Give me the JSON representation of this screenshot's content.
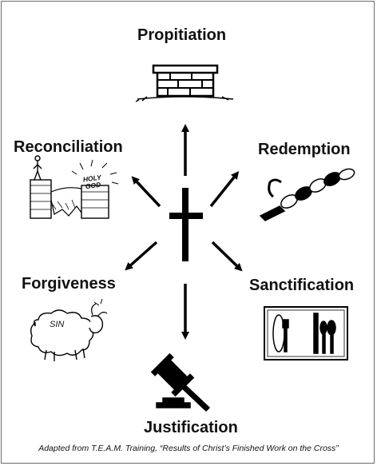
{
  "labels": {
    "propitiation": "Propitiation",
    "reconciliation": "Reconciliation",
    "redemption": "Redemption",
    "forgiveness": "Forgiveness",
    "sanctification": "Sanctification",
    "justification": "Justification"
  },
  "illustrations": {
    "holy_god_sign": "HOLY GOD",
    "sheep_tag": "SIN"
  },
  "caption": "Adapted from T.E.A.M. Training, “Results of Christ’s Finished Work on the Cross”",
  "icons": {
    "center": "cross-icon",
    "propitiation": "stone-altar-icon",
    "reconciliation": "man-on-cliff-icon",
    "redemption": "broken-chain-icon",
    "forgiveness": "sheep-icon",
    "sanctification": "place-setting-icon",
    "justification": "gavel-icon"
  }
}
